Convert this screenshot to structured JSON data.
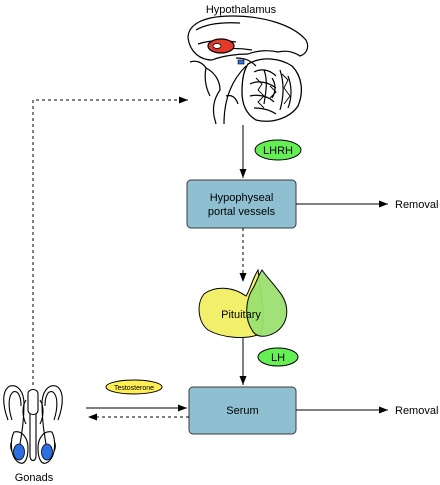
{
  "labels": {
    "hypothalamus": "Hypothalamus",
    "lhrh": "LHRH",
    "portal_line1": "Hypophyseal",
    "portal_line2": "portal vessels",
    "removal_top": "Removal",
    "pituitary": "Pituitary",
    "lh": "LH",
    "testosterone": "Testosterone",
    "serum": "Serum",
    "removal_bottom": "Removal",
    "gonads": "Gonads"
  },
  "colors": {
    "box_fill": "#8fc0d2",
    "box_stroke": "#3a3a3a",
    "pill_green": "#66ee55",
    "pill_yellow": "#ffee55",
    "pituitary_yellow": "#f2f06a",
    "pituitary_green": "#9be070",
    "brain_red": "#e53a2a",
    "gonad_blue": "#2c6fe0"
  },
  "icons": [
    "brain-sagittal-illustration",
    "male-reproductive-tract-illustration"
  ]
}
